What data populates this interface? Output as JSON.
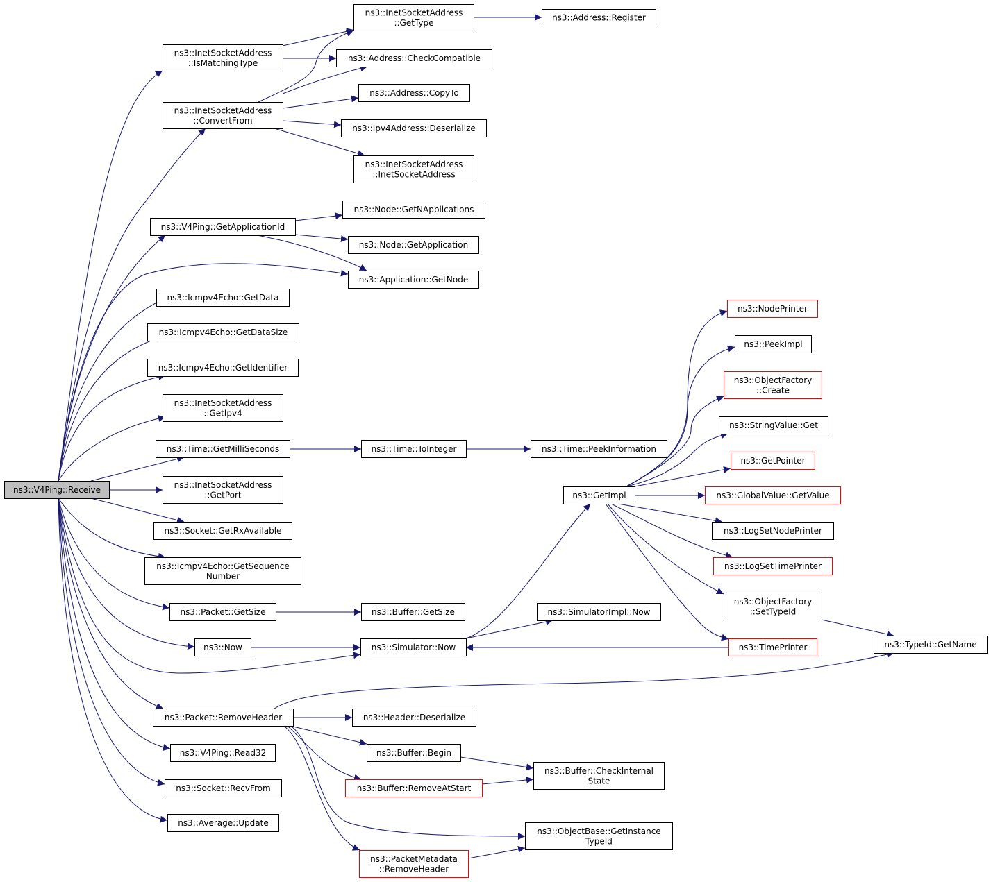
{
  "nodes": [
    {
      "id": "receive",
      "lines": [
        "ns3::V4Ping::Receive"
      ]
    },
    {
      "id": "ismatch",
      "lines": [
        "ns3::InetSocketAddress",
        "::IsMatchingType"
      ]
    },
    {
      "id": "convfrom",
      "lines": [
        "ns3::InetSocketAddress",
        "::ConvertFrom"
      ]
    },
    {
      "id": "gettype",
      "lines": [
        "ns3::InetSocketAddress",
        "::GetType"
      ]
    },
    {
      "id": "register",
      "lines": [
        "ns3::Address::Register"
      ]
    },
    {
      "id": "checkcompat",
      "lines": [
        "ns3::Address::CheckCompatible"
      ]
    },
    {
      "id": "copyto",
      "lines": [
        "ns3::Address::CopyTo"
      ]
    },
    {
      "id": "ipv4deser",
      "lines": [
        "ns3::Ipv4Address::Deserialize"
      ]
    },
    {
      "id": "inetctor",
      "lines": [
        "ns3::InetSocketAddress",
        "::InetSocketAddress"
      ]
    },
    {
      "id": "getappid",
      "lines": [
        "ns3::V4Ping::GetApplicationId"
      ]
    },
    {
      "id": "getnapps",
      "lines": [
        "ns3::Node::GetNApplications"
      ]
    },
    {
      "id": "getapp",
      "lines": [
        "ns3::Node::GetApplication"
      ]
    },
    {
      "id": "appgetnode",
      "lines": [
        "ns3::Application::GetNode"
      ]
    },
    {
      "id": "getdata",
      "lines": [
        "ns3::Icmpv4Echo::GetData"
      ]
    },
    {
      "id": "getdatasize",
      "lines": [
        "ns3::Icmpv4Echo::GetDataSize"
      ]
    },
    {
      "id": "getident",
      "lines": [
        "ns3::Icmpv4Echo::GetIdentifier"
      ]
    },
    {
      "id": "getipv4",
      "lines": [
        "ns3::InetSocketAddress",
        "::GetIpv4"
      ]
    },
    {
      "id": "getmilli",
      "lines": [
        "ns3::Time::GetMilliSeconds"
      ]
    },
    {
      "id": "tointeger",
      "lines": [
        "ns3::Time::ToInteger"
      ]
    },
    {
      "id": "peekinfo",
      "lines": [
        "ns3::Time::PeekInformation"
      ]
    },
    {
      "id": "getport",
      "lines": [
        "ns3::InetSocketAddress",
        "::GetPort"
      ]
    },
    {
      "id": "getrx",
      "lines": [
        "ns3::Socket::GetRxAvailable"
      ]
    },
    {
      "id": "getseq",
      "lines": [
        "ns3::Icmpv4Echo::GetSequence",
        "Number"
      ]
    },
    {
      "id": "pktgetsize",
      "lines": [
        "ns3::Packet::GetSize"
      ]
    },
    {
      "id": "bufgetsize",
      "lines": [
        "ns3::Buffer::GetSize"
      ]
    },
    {
      "id": "now",
      "lines": [
        "ns3::Now"
      ]
    },
    {
      "id": "simnow",
      "lines": [
        "ns3::Simulator::Now"
      ]
    },
    {
      "id": "simimplnow",
      "lines": [
        "ns3::SimulatorImpl::Now"
      ]
    },
    {
      "id": "getimpl",
      "lines": [
        "ns3::GetImpl"
      ]
    },
    {
      "id": "nodeprinter",
      "lines": [
        "ns3::NodePrinter"
      ]
    },
    {
      "id": "peekimpl",
      "lines": [
        "ns3::PeekImpl"
      ]
    },
    {
      "id": "ofcreate",
      "lines": [
        "ns3::ObjectFactory",
        "::Create"
      ]
    },
    {
      "id": "strget",
      "lines": [
        "ns3::StringValue::Get"
      ]
    },
    {
      "id": "getpointer",
      "lines": [
        "ns3::GetPointer"
      ]
    },
    {
      "id": "gvgetvalue",
      "lines": [
        "ns3::GlobalValue::GetValue"
      ]
    },
    {
      "id": "logsetnode",
      "lines": [
        "ns3::LogSetNodePrinter"
      ]
    },
    {
      "id": "logsettime",
      "lines": [
        "ns3::LogSetTimePrinter"
      ]
    },
    {
      "id": "ofsettypeid",
      "lines": [
        "ns3::ObjectFactory",
        "::SetTypeId"
      ]
    },
    {
      "id": "timeprinter",
      "lines": [
        "ns3::TimePrinter"
      ]
    },
    {
      "id": "typeidname",
      "lines": [
        "ns3::TypeId::GetName"
      ]
    },
    {
      "id": "removeheader",
      "lines": [
        "ns3::Packet::RemoveHeader"
      ]
    },
    {
      "id": "headerdeser",
      "lines": [
        "ns3::Header::Deserialize"
      ]
    },
    {
      "id": "bufbegin",
      "lines": [
        "ns3::Buffer::Begin"
      ]
    },
    {
      "id": "bufremove",
      "lines": [
        "ns3::Buffer::RemoveAtStart"
      ]
    },
    {
      "id": "bufcheck",
      "lines": [
        "ns3::Buffer::CheckInternal",
        "State"
      ]
    },
    {
      "id": "getinsttypeid",
      "lines": [
        "ns3::ObjectBase::GetInstance",
        "TypeId"
      ]
    },
    {
      "id": "pmremove",
      "lines": [
        "ns3::PacketMetadata",
        "::RemoveHeader"
      ]
    },
    {
      "id": "read32",
      "lines": [
        "ns3::V4Ping::Read32"
      ]
    },
    {
      "id": "recvfrom",
      "lines": [
        "ns3::Socket::RecvFrom"
      ]
    },
    {
      "id": "avgupdate",
      "lines": [
        "ns3::Average::Update"
      ]
    }
  ],
  "edges": [
    [
      "receive",
      "ismatch"
    ],
    [
      "receive",
      "convfrom"
    ],
    [
      "receive",
      "getappid"
    ],
    [
      "receive",
      "appgetnode"
    ],
    [
      "receive",
      "getdata"
    ],
    [
      "receive",
      "getdatasize"
    ],
    [
      "receive",
      "getident"
    ],
    [
      "receive",
      "getipv4"
    ],
    [
      "receive",
      "getmilli"
    ],
    [
      "receive",
      "getport"
    ],
    [
      "receive",
      "getrx"
    ],
    [
      "receive",
      "getseq"
    ],
    [
      "receive",
      "pktgetsize"
    ],
    [
      "receive",
      "now"
    ],
    [
      "receive",
      "simnow"
    ],
    [
      "receive",
      "removeheader"
    ],
    [
      "receive",
      "read32"
    ],
    [
      "receive",
      "recvfrom"
    ],
    [
      "receive",
      "avgupdate"
    ],
    [
      "ismatch",
      "gettype"
    ],
    [
      "ismatch",
      "checkcompat"
    ],
    [
      "convfrom",
      "gettype"
    ],
    [
      "convfrom",
      "checkcompat"
    ],
    [
      "convfrom",
      "copyto"
    ],
    [
      "convfrom",
      "ipv4deser"
    ],
    [
      "convfrom",
      "inetctor"
    ],
    [
      "gettype",
      "register"
    ],
    [
      "getappid",
      "getnapps"
    ],
    [
      "getappid",
      "getapp"
    ],
    [
      "getappid",
      "appgetnode"
    ],
    [
      "getmilli",
      "tointeger"
    ],
    [
      "tointeger",
      "peekinfo"
    ],
    [
      "pktgetsize",
      "bufgetsize"
    ],
    [
      "now",
      "simnow"
    ],
    [
      "simnow",
      "getimpl"
    ],
    [
      "simnow",
      "simimplnow"
    ],
    [
      "getimpl",
      "nodeprinter"
    ],
    [
      "getimpl",
      "peekimpl"
    ],
    [
      "getimpl",
      "ofcreate"
    ],
    [
      "getimpl",
      "strget"
    ],
    [
      "getimpl",
      "getpointer"
    ],
    [
      "getimpl",
      "gvgetvalue"
    ],
    [
      "getimpl",
      "logsetnode"
    ],
    [
      "getimpl",
      "logsettime"
    ],
    [
      "getimpl",
      "ofsettypeid"
    ],
    [
      "getimpl",
      "timeprinter"
    ],
    [
      "timeprinter",
      "simnow"
    ],
    [
      "ofsettypeid",
      "typeidname"
    ],
    [
      "removeheader",
      "typeidname"
    ],
    [
      "removeheader",
      "headerdeser"
    ],
    [
      "removeheader",
      "bufbegin"
    ],
    [
      "removeheader",
      "bufremove"
    ],
    [
      "removeheader",
      "getinsttypeid"
    ],
    [
      "removeheader",
      "pmremove"
    ],
    [
      "bufbegin",
      "bufcheck"
    ],
    [
      "bufremove",
      "bufcheck"
    ],
    [
      "pmremove",
      "getinsttypeid"
    ]
  ],
  "colors": {
    "edge": "#191970",
    "border": "#000000",
    "truncated_border": "#ff0000",
    "root_fill": "#bfbfbf"
  }
}
